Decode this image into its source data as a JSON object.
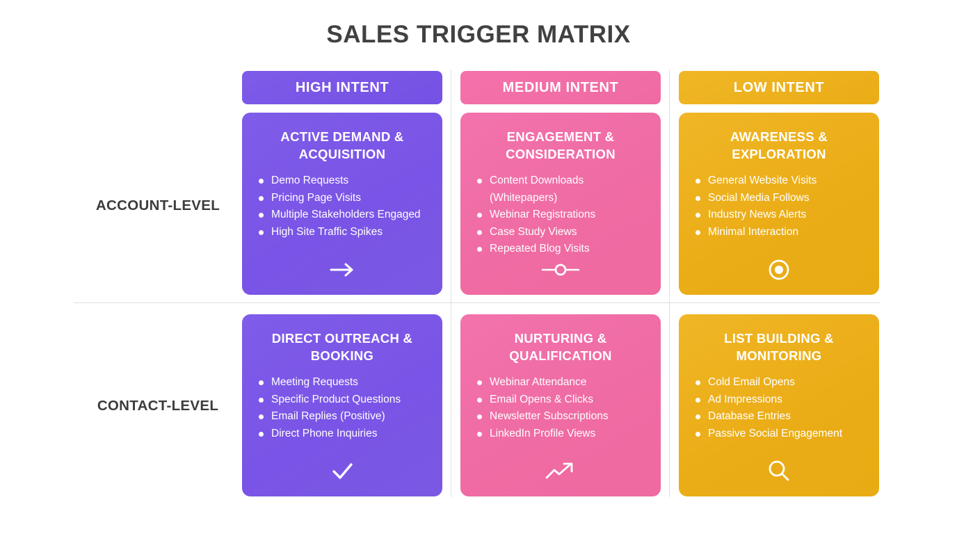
{
  "title": "SALES TRIGGER MATRIX",
  "colors": {
    "high_intent": "#7c58e6",
    "medium_intent": "#f06fa8",
    "low_intent": "#eeb320",
    "title_text": "#414141",
    "row_label_text": "#3c3c3c",
    "divider": "#dedede",
    "background": "#ffffff"
  },
  "columns": [
    {
      "label": "HIGH INTENT",
      "theme": "purple"
    },
    {
      "label": "MEDIUM INTENT",
      "theme": "pink"
    },
    {
      "label": "LOW INTENT",
      "theme": "yellow"
    }
  ],
  "rows": [
    {
      "label": "ACCOUNT-LEVEL"
    },
    {
      "label": "CONTACT-LEVEL"
    }
  ],
  "cards": {
    "r0c0": {
      "title": "ACTIVE DEMAND & ACQUISITION",
      "icon": "arrow-right-icon",
      "items": [
        "Demo Requests",
        "Pricing Page Visits",
        "Multiple Stakeholders Engaged",
        "High Site Traffic Spikes"
      ]
    },
    "r0c1": {
      "title": "ENGAGEMENT & CONSIDERATION",
      "icon": "slider-adjust-icon",
      "items": [
        "Content Downloads (Whitepapers)",
        "Webinar Registrations",
        "Case Study Views",
        "Repeated Blog Visits"
      ]
    },
    "r0c2": {
      "title": "AWARENESS & EXPLORATION",
      "icon": "target-circle-icon",
      "items": [
        "General Website Visits",
        "Social Media Follows",
        "Industry News Alerts",
        "Minimal Interaction"
      ]
    },
    "r1c0": {
      "title": "DIRECT OUTREACH & BOOKING",
      "icon": "checkmark-icon",
      "items": [
        "Meeting Requests",
        "Specific Product Questions",
        "Email Replies (Positive)",
        "Direct Phone Inquiries"
      ]
    },
    "r1c1": {
      "title": "NURTURING & QUALIFICATION",
      "icon": "trending-up-icon",
      "items": [
        "Webinar Attendance",
        "Email Opens & Clicks",
        "Newsletter Subscriptions",
        "LinkedIn Profile Views"
      ]
    },
    "r1c2": {
      "title": "LIST BUILDING & MONITORING",
      "icon": "search-icon",
      "items": [
        "Cold Email Opens",
        "Ad Impressions",
        "Database Entries",
        "Passive Social Engagement"
      ]
    }
  }
}
